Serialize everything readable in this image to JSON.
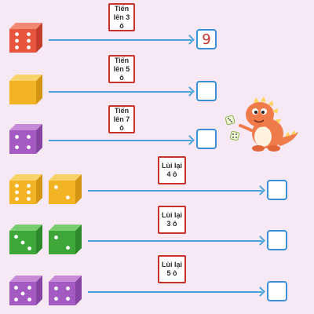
{
  "rows": [
    {
      "label_lines": [
        "Tiến",
        "lên 3 ô"
      ],
      "answer": "9",
      "dice": [
        {
          "color": "red",
          "face": 6
        }
      ]
    },
    {
      "label_lines": [
        "Tiến",
        "lên 5 ô"
      ],
      "answer": "",
      "dice": [
        {
          "color": "yellow",
          "face": 0
        }
      ]
    },
    {
      "label_lines": [
        "Tiến",
        "lên 7 ô"
      ],
      "answer": "",
      "dice": [
        {
          "color": "purple",
          "face": 4
        }
      ]
    },
    {
      "label_lines": [
        "Lùi lại",
        "4 ô"
      ],
      "answer": "",
      "dice": [
        {
          "color": "yellow",
          "face": 6
        },
        {
          "color": "yellow",
          "face": 2
        }
      ]
    },
    {
      "label_lines": [
        "Lùi lại",
        "3 ô"
      ],
      "answer": "",
      "dice": [
        {
          "color": "green",
          "face": 3
        },
        {
          "color": "green",
          "face": 2
        }
      ]
    },
    {
      "label_lines": [
        "Lùi lại",
        "5 ô"
      ],
      "answer": "",
      "dice": [
        {
          "color": "purple",
          "face": 5
        },
        {
          "color": "purple",
          "face": 4
        }
      ]
    }
  ],
  "colors": {
    "red": {
      "front": "#e8553f",
      "top": "#f28a73",
      "side": "#c23d2a"
    },
    "yellow": {
      "front": "#f2b324",
      "top": "#f8d36a",
      "side": "#d49612"
    },
    "purple": {
      "front": "#a45bc1",
      "top": "#c78ad9",
      "side": "#8543a2"
    },
    "green": {
      "front": "#3fa63a",
      "top": "#79cc6f",
      "side": "#2c8a2a"
    }
  },
  "mascot": "dinosaur-mascot"
}
